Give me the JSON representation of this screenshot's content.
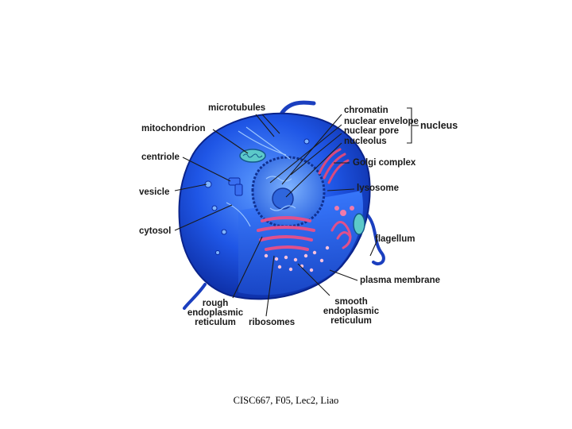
{
  "diagram": {
    "labels": {
      "microtubules": "microtubules",
      "mitochondrion": "mitochondrion",
      "centriole": "centriole",
      "vesicle": "vesicle",
      "cytosol": "cytosol",
      "chromatin": "chromatin",
      "nuclear_envelope": "nuclear envelope",
      "nuclear_pore": "nuclear pore",
      "nucleolus": "nucleolus",
      "nucleus": "nucleus",
      "golgi_complex": "Golgi complex",
      "lysosome": "lysosome",
      "flagellum": "flagellum",
      "plasma_membrane": "plasma membrane",
      "rough_er_line1": "rough",
      "rough_er_line2": "endoplasmic",
      "rough_er_line3": "reticulum",
      "ribosomes": "ribosomes",
      "smooth_er_line1": "smooth",
      "smooth_er_line2": "endoplasmic",
      "smooth_er_line3": "reticulum"
    },
    "colors": {
      "cell_dark": "#0b2a9e",
      "cell_mid": "#1f56e6",
      "cell_light": "#6aa8ff",
      "er_pink": "#e0508c",
      "golgi_pink": "#d84a7e",
      "leader": "#1a1a1a"
    }
  },
  "footer": {
    "text": "CISC667, F05, Lec2, Liao"
  }
}
